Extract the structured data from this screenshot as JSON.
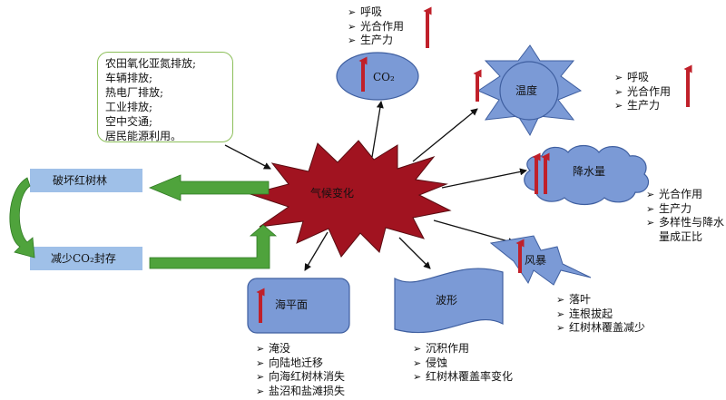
{
  "center": {
    "label": "气候变化"
  },
  "sources": {
    "items": [
      "农田氧化亚氮排放;",
      "车辆排放;",
      "热电厂排放;",
      "工业排放;",
      "空中交通;",
      "居民能源利用。"
    ]
  },
  "left": {
    "destroy": "破坏红树林",
    "reduce": "减少CO₂封存"
  },
  "co2": {
    "label": "CO₂",
    "effects": [
      "呼吸",
      "光合作用",
      "生产力"
    ]
  },
  "temperature": {
    "label": "温度",
    "effects": [
      "呼吸",
      "光合作用",
      "生产力"
    ]
  },
  "precipitation": {
    "label": "降水量",
    "effects": [
      "光合作用",
      "生产力",
      "多样性与降水量成正比"
    ]
  },
  "storm": {
    "label": "风暴",
    "effects": [
      "落叶",
      "连根拔起",
      "红树林覆盖减少"
    ]
  },
  "sealevel": {
    "label": "海平面",
    "effects": [
      "淹没",
      "向陆地迁移",
      "向海红树林消失",
      "盐沼和盐滩损失"
    ]
  },
  "waves": {
    "label": "波形",
    "effects": [
      "沉积作用",
      "侵蚀",
      "红树林覆盖率变化"
    ]
  },
  "colors": {
    "shape_fill": "#7b9ad6",
    "shape_stroke": "#3f5fa0",
    "center_fill": "#a11320",
    "red_arrow": "#c0202a",
    "green": "#4fa33c"
  }
}
